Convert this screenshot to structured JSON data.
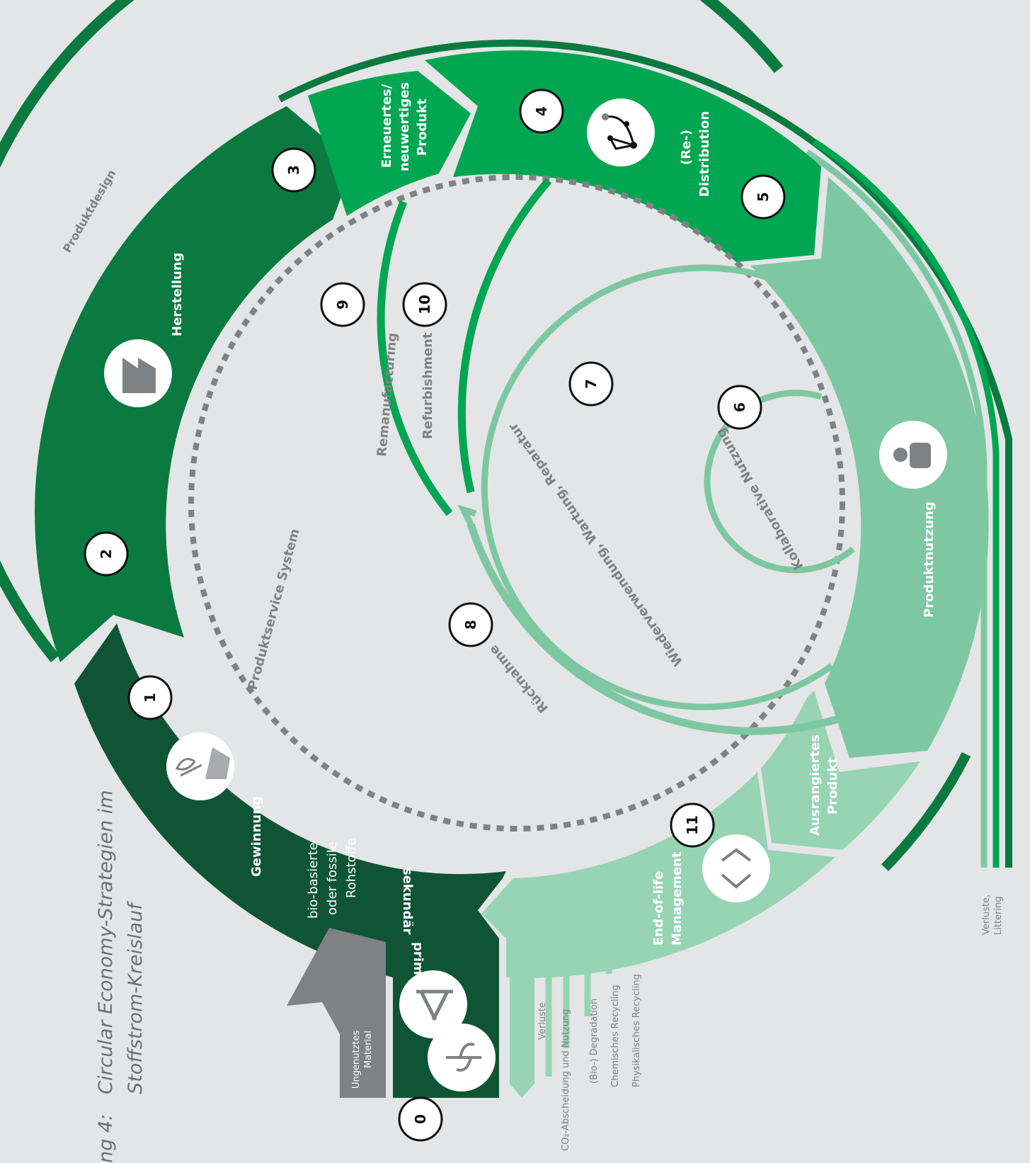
{
  "caption": {
    "prefix": "ng 4:",
    "line1": "Circular Economy-Strategien im",
    "line2": "Stoffstrom-Kreislauf"
  },
  "segments": {
    "gewinnung": "Gewinnung",
    "rohstoffe": [
      "bio-basierte",
      "oder fossile",
      "Rohstoffe"
    ],
    "sekundaer": "sekundär",
    "primaer": "primär",
    "herstellung": "Herstellung",
    "erneuertes": [
      "Erneuertes/",
      "neuwertiges",
      "Produkt"
    ],
    "distribution": [
      "(Re-)",
      "Distribution"
    ],
    "produktnutzung": "Produktnutzung",
    "ausrangiertes": [
      "Ausrangiertes",
      "Produkt"
    ],
    "eol": [
      "End-of-life",
      "Management"
    ]
  },
  "loops": {
    "produktdesign": "Produktdesign",
    "produktservice": "Produktservice System",
    "remanufacturing": "Remanufacturing",
    "refurbishment": "Refurbishment",
    "wiederverwendung": "Wiederverwendung, Wartung, Reparatur",
    "kollaborative": "Kollaborative Nutzung",
    "ruecknahme": "Rücknahme"
  },
  "numbers": [
    "0",
    "1",
    "2",
    "3",
    "4",
    "5",
    "6",
    "7",
    "8",
    "9",
    "10",
    "11"
  ],
  "material": [
    "Ungenutztes",
    "Material"
  ],
  "outputs": {
    "verluste": "Verluste",
    "co2": "CO₂-Abscheidung und Nutzung",
    "degradation": "(Bio-) Degradation",
    "chem": "Chemisches Recycling",
    "phys": "Physikalisches Recycling",
    "verluste_littering": [
      "Verluste,",
      "Littering"
    ]
  },
  "icons": [
    "factory-icon",
    "network-icon",
    "person-icon",
    "recycle-icon",
    "plant-icon",
    "oil-rig-icon",
    "leaf-icon"
  ],
  "colors": {
    "background": "#e4e5e6",
    "dark_green": "#0f5535",
    "mid_green": "#0a7a40",
    "bright_green": "#00a651",
    "light_green": "#7dc8a2",
    "pale_green": "#97d4b3",
    "grey": "#7f8285"
  }
}
